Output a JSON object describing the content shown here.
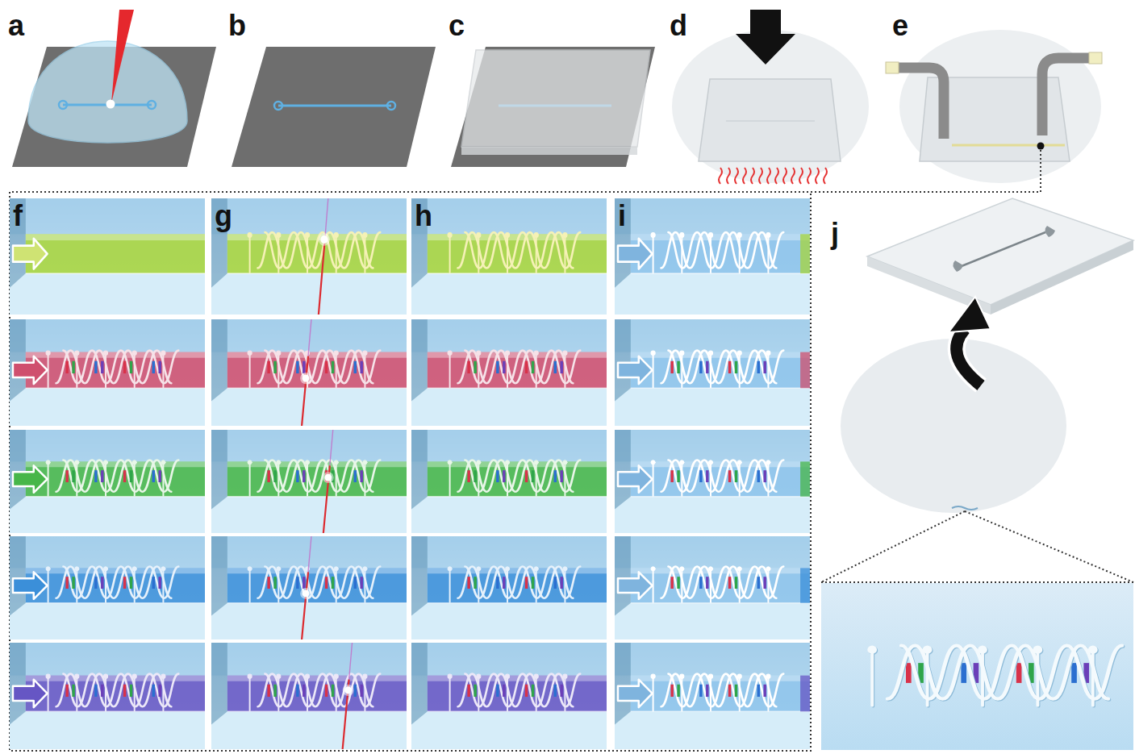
{
  "diagram": {
    "labels": [
      "a",
      "b",
      "c",
      "d",
      "e",
      "f",
      "g",
      "h",
      "i",
      "j"
    ]
  }
}
